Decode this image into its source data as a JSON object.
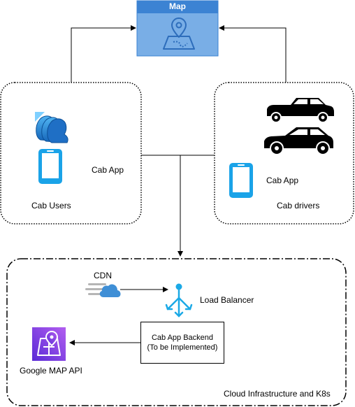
{
  "map": {
    "title": "Map"
  },
  "users_group": {
    "cab_app_label": "Cab App",
    "group_label": "Cab Users"
  },
  "drivers_group": {
    "cab_app_label": "Cab App",
    "group_label": "Cab drivers"
  },
  "cloud": {
    "cdn_label": "CDN",
    "load_balancer_label": "Load Balancer",
    "backend_line1": "Cab App Backend",
    "backend_line2": "(To be Implemented)",
    "google_api_label": "Google MAP API",
    "boundary_label": "Cloud Infrastructure  and K8s"
  },
  "colors": {
    "map_fill": "#79aee6",
    "map_header": "#3c83d3",
    "phone_blue": "#1aa3e8",
    "load_balancer_blue": "#1ba9e6",
    "cdn_blue": "#3f8fd6",
    "google_api_purple": "#7b3fe0"
  }
}
